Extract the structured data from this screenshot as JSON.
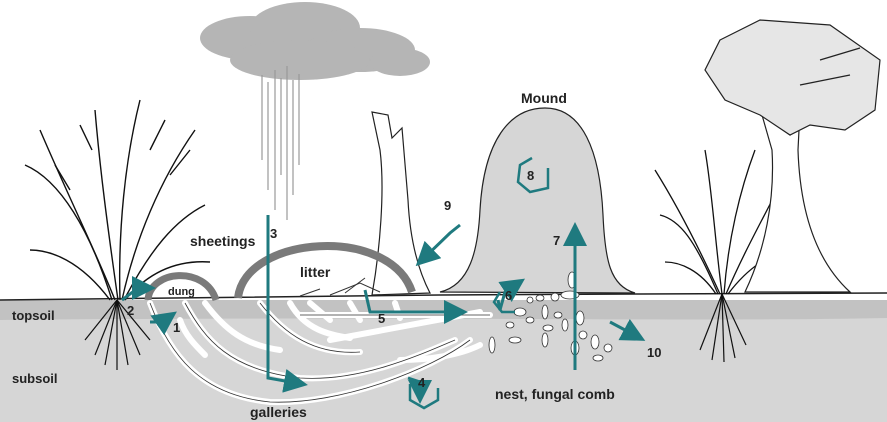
{
  "labels": {
    "mound": "Mound",
    "sheetings": "sheetings",
    "litter": "litter",
    "dung": "dung",
    "topsoil": "topsoil",
    "subsoil": "subsoil",
    "galleries": "galleries",
    "nest": "nest, fungal comb"
  },
  "numbers": {
    "n1": "1",
    "n2": "2",
    "n3": "3",
    "n4": "4",
    "n5": "5",
    "n6": "6",
    "n7": "7",
    "n8": "8",
    "n9": "9",
    "n10": "10"
  },
  "colors": {
    "arrow": "#1f7a7f",
    "soil": "#d6d6d6",
    "topsoil_band": "#c4c4c4",
    "cloud": "#b5b5b5",
    "sheeting": "#7a7a7a"
  }
}
